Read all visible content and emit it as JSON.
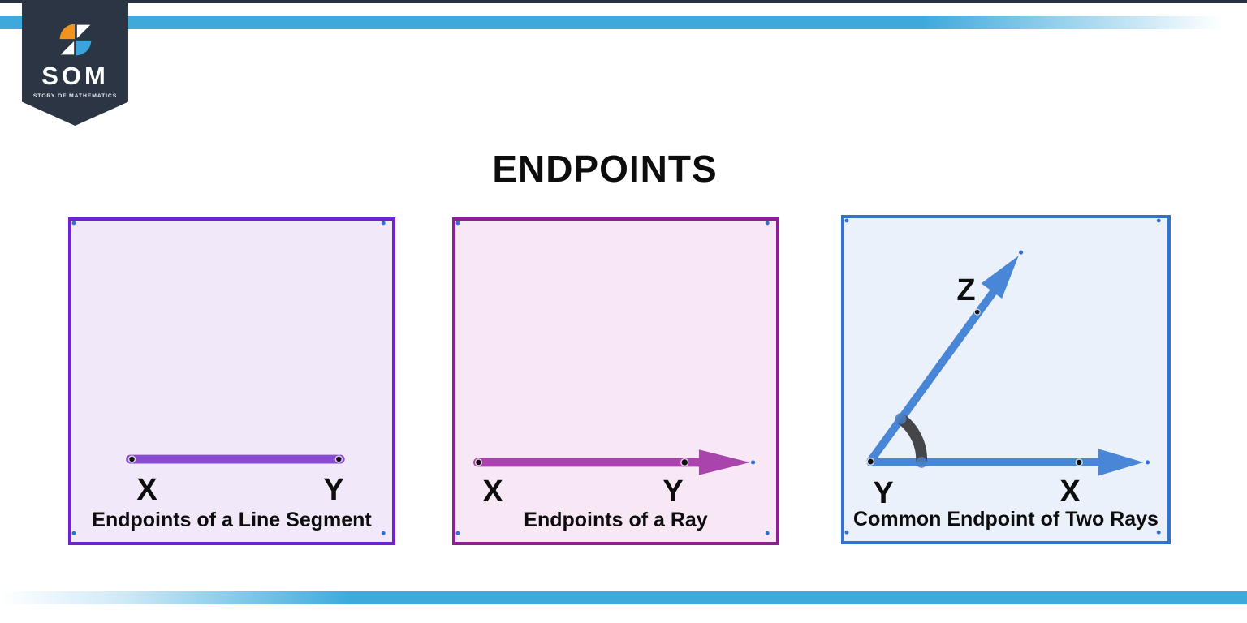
{
  "logo": {
    "brand": "SOM",
    "tagline": "STORY OF MATHEMATICS"
  },
  "title": "ENDPOINTS",
  "colors": {
    "accent_bar_blue": "#3fa9dc",
    "header_navy": "#2b3543",
    "logo_orange": "#f0941d",
    "logo_blue": "#3aa4dd",
    "panel1_border": "#6e22d4",
    "panel1_fill": "#f1e8f9",
    "panel1_segment": "#8a4bd3",
    "panel2_border": "#8d2090",
    "panel2_fill": "#f8e8f6",
    "panel2_ray": "#a844ac",
    "panel3_border": "#3373cb",
    "panel3_fill": "#eaf1fb",
    "panel3_ray": "#4a86d8",
    "angle_arc_gray": "#45454a",
    "point_dot_black": "#111111",
    "handle_dot_blue": "#2e6fd8"
  },
  "panels": [
    {
      "caption": "Endpoints of a Line Segment",
      "labels": {
        "left": "X",
        "right": "Y"
      }
    },
    {
      "caption": "Endpoints of a Ray",
      "labels": {
        "start": "X",
        "through": "Y"
      }
    },
    {
      "caption": "Common Endpoint of Two Rays",
      "labels": {
        "vertex": "Y",
        "horizontal": "X",
        "diagonal": "Z"
      }
    }
  ]
}
